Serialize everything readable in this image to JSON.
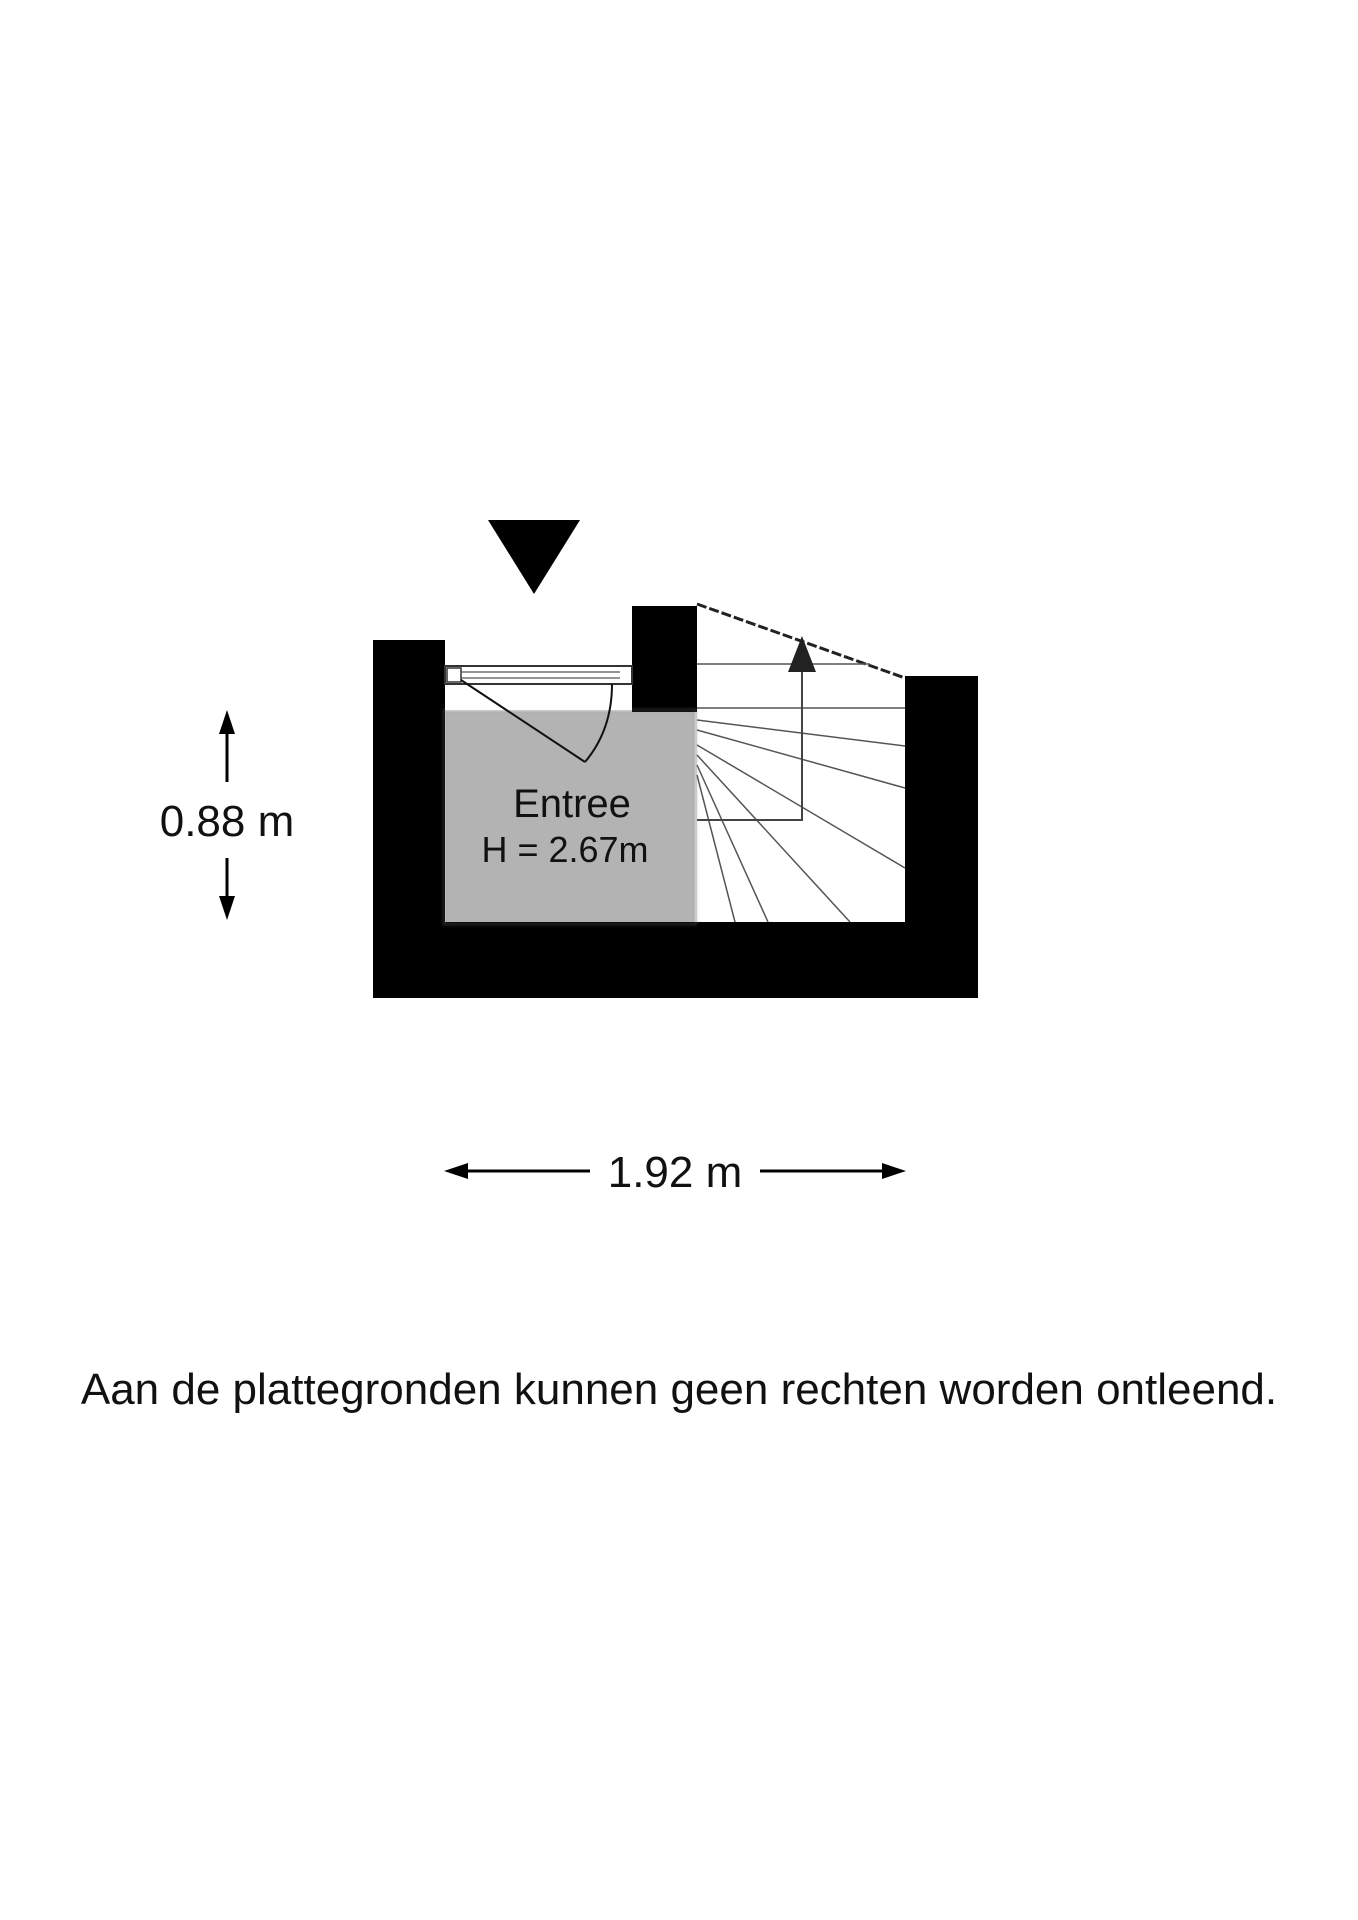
{
  "floorplan": {
    "room": {
      "name": "Entree",
      "height_label": "H = 2.67m",
      "fill_color": "#b3b3b3"
    },
    "dimensions": {
      "depth": "0.88 m",
      "width": "1.92 m"
    },
    "entrance_marker": "entrance-triangle-icon",
    "wall_color": "#000000"
  },
  "disclaimer": "Aan de plattegronden kunnen geen rechten worden ontleend."
}
